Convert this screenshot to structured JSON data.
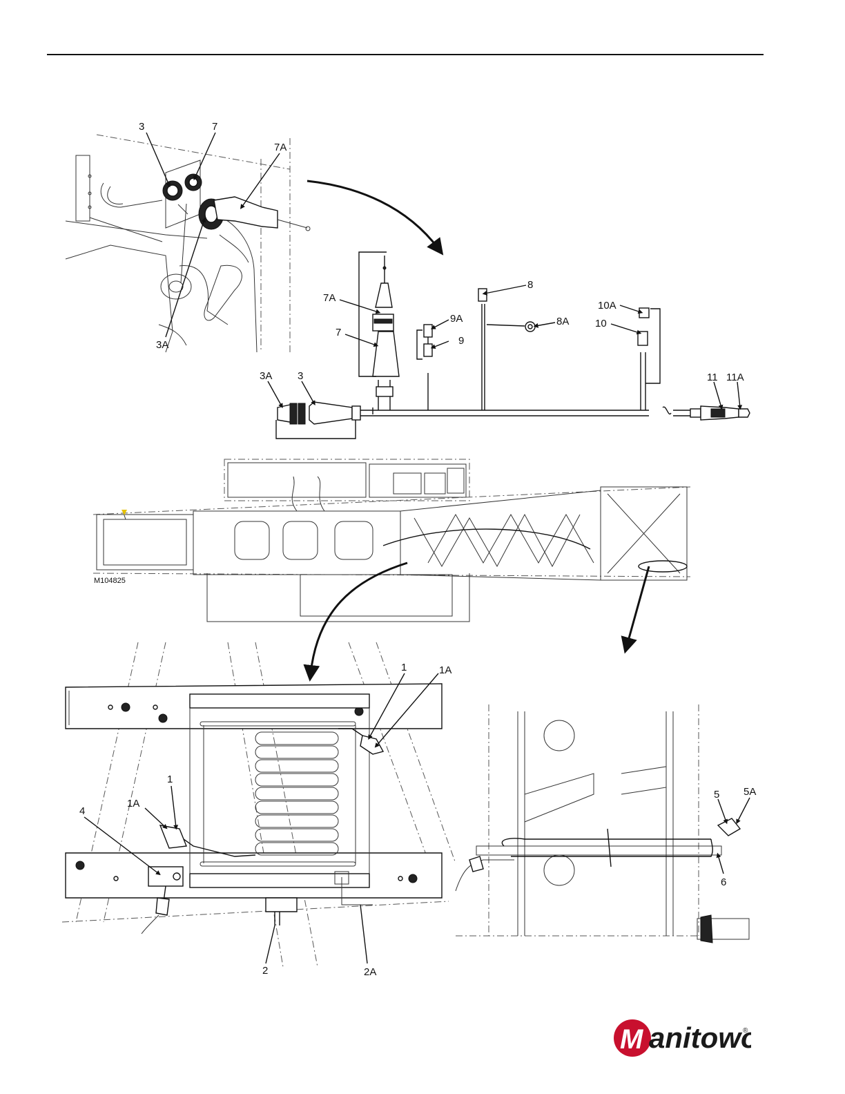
{
  "figure": {
    "code": "M104825",
    "callouts": {
      "c3_top": "3",
      "c7_top": "7",
      "c7A_top": "7A",
      "c3A_top": "3A",
      "c7A_mid": "7A",
      "c7_mid": "7",
      "c8": "8",
      "c8A": "8A",
      "c9A": "9A",
      "c9": "9",
      "c10A": "10A",
      "c10": "10",
      "c3A_mid": "3A",
      "c3_mid": "3",
      "c11": "11",
      "c11A": "11A",
      "c1_a": "1",
      "c1A_a": "1A",
      "c1_b": "1",
      "c1A_b": "1A",
      "c4": "4",
      "c2": "2",
      "c2A": "2A",
      "c5": "5",
      "c5A": "5A",
      "c6": "6"
    }
  },
  "brand": {
    "name": "anitowoc",
    "initial": "M",
    "registered": "®",
    "color": "#c8102e"
  }
}
